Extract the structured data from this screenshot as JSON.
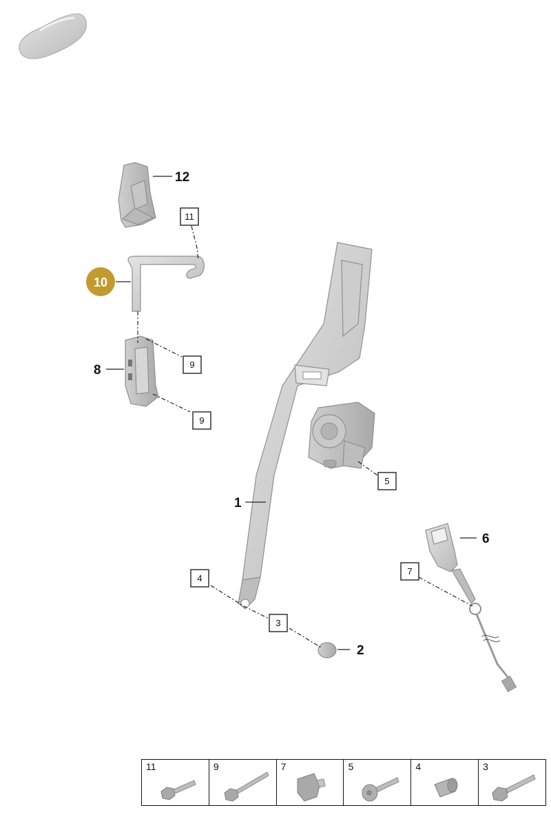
{
  "callouts": {
    "p1": "1",
    "p2": "2",
    "p3": "3",
    "p4": "4",
    "p5": "5",
    "p6": "6",
    "p7": "7",
    "p8": "8",
    "p9a": "9",
    "p9b": "9",
    "p10": "10",
    "p11": "11",
    "p12": "12"
  },
  "highlight_color": "#C29A30",
  "legend": [
    {
      "num": "11",
      "icon": "hex-bolt-icon"
    },
    {
      "num": "9",
      "icon": "long-bolt-icon"
    },
    {
      "num": "7",
      "icon": "collar-nut-icon"
    },
    {
      "num": "5",
      "icon": "torx-bolt-icon"
    },
    {
      "num": "4",
      "icon": "spacer-sleeve-icon"
    },
    {
      "num": "3",
      "icon": "flange-bolt-icon"
    }
  ]
}
